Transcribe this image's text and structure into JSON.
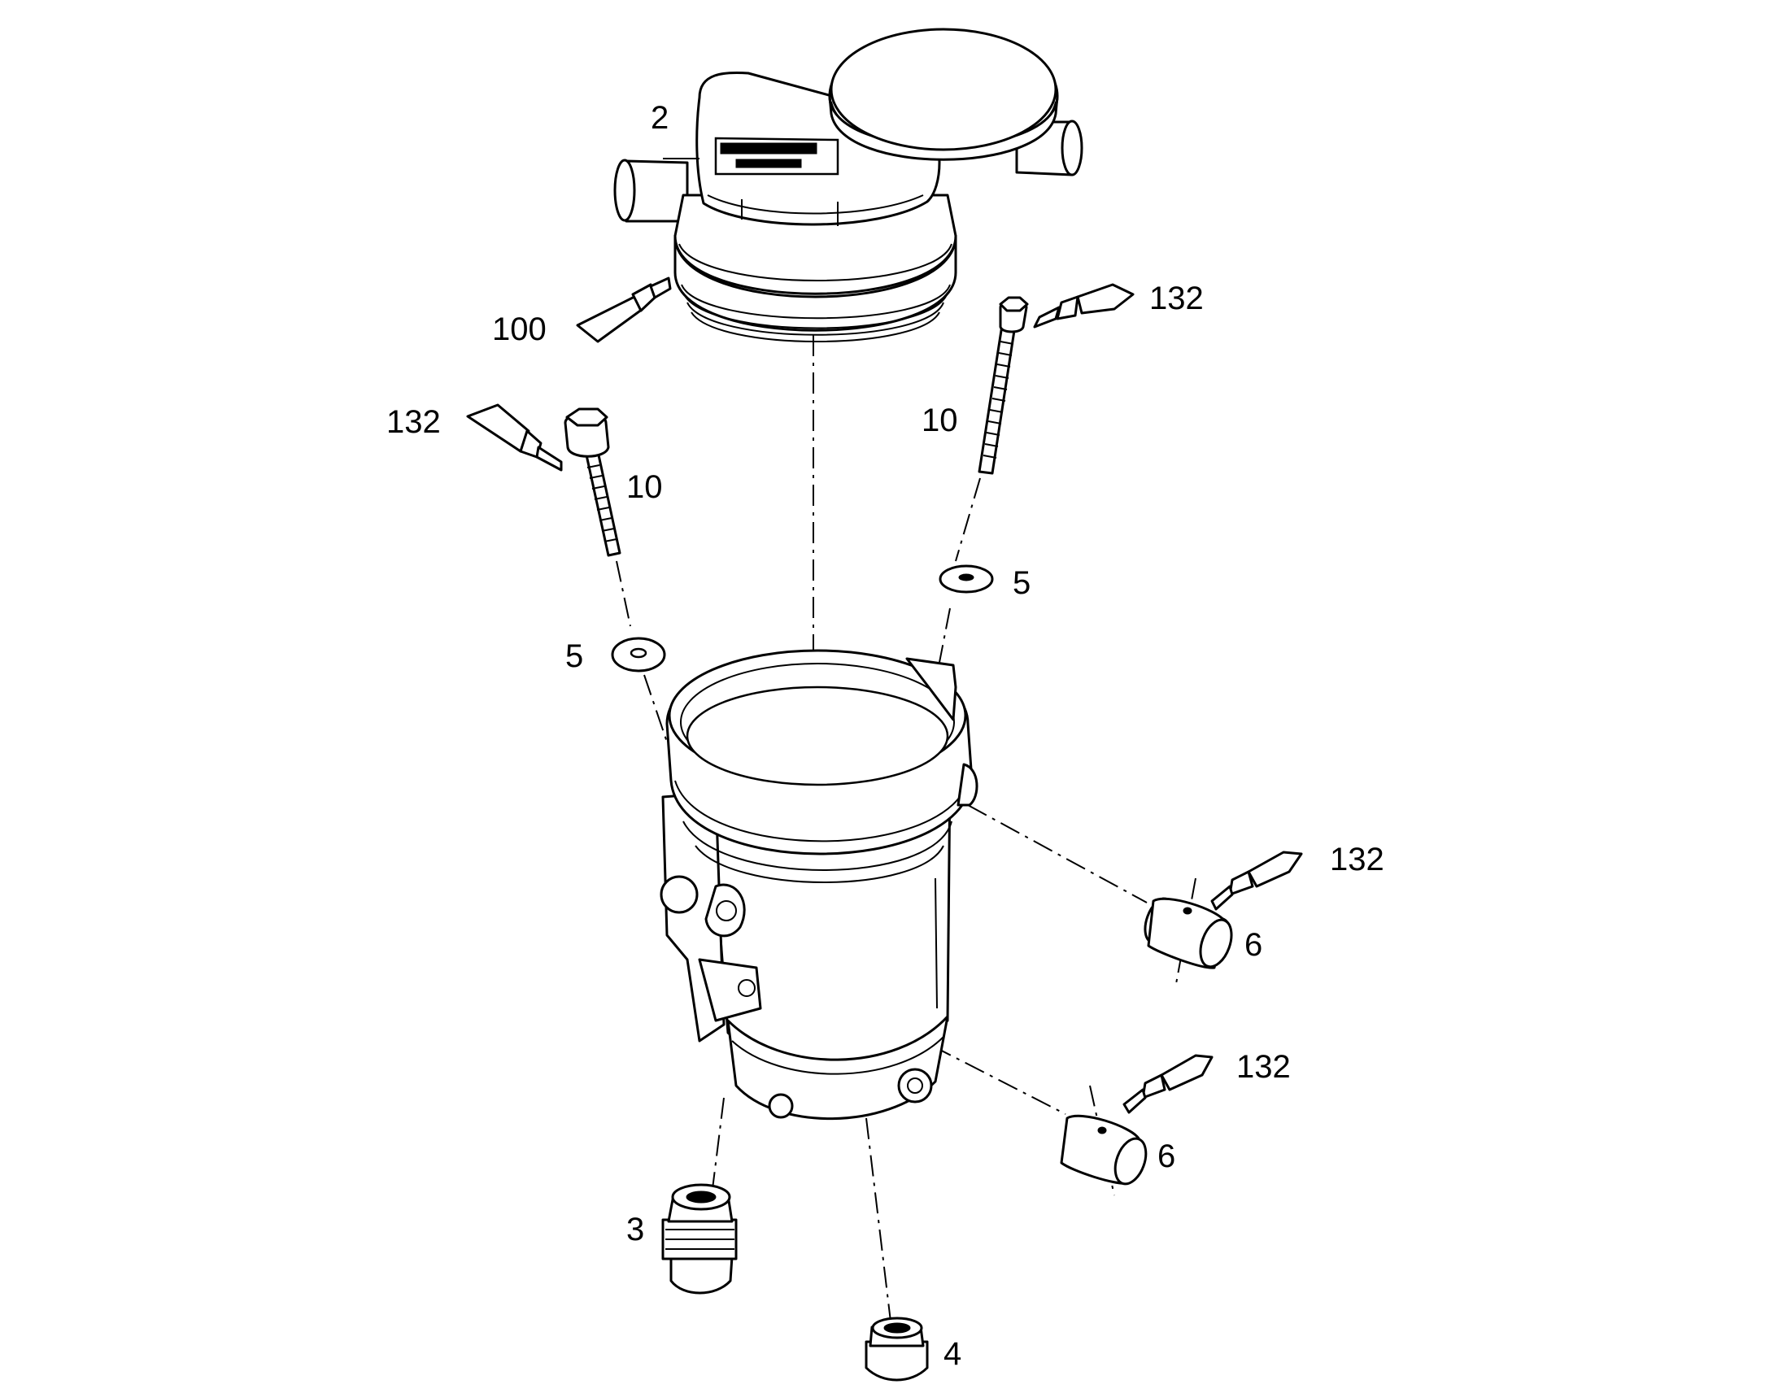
{
  "diagram": {
    "callouts": {
      "c2": "2",
      "c100": "100",
      "c132_top": "132",
      "c132_left": "132",
      "c10_left": "10",
      "c10_right": "10",
      "c5_left": "5",
      "c5_right": "5",
      "c132_mid": "132",
      "c132_low": "132",
      "c6_upper": "6",
      "c6_lower": "6",
      "c3": "3",
      "c4": "4"
    },
    "icons": [
      "sealant-tube-icon",
      "bolt-icon",
      "washer-icon",
      "pin-icon",
      "fitting-icon",
      "plug-icon"
    ]
  }
}
